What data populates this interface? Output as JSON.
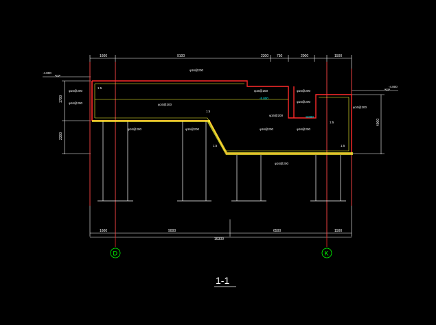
{
  "drawing": {
    "title": "1-1",
    "colors": {
      "background": "#000000",
      "outline": "#ff2a2a",
      "rebar": "#ffff33",
      "dimension": "#ffffff",
      "axis": "#00ff00",
      "elevation": "#00ffff"
    },
    "axes": [
      "D",
      "K"
    ],
    "top_dimensions": [
      "1600",
      "9100",
      "2300",
      "750",
      "2000",
      "1500"
    ],
    "bottom_dimensions": [
      "1600",
      "9000",
      "6500",
      "1500"
    ],
    "total_dimension": "16300",
    "left_dimensions": [
      "1700",
      "2300"
    ],
    "right_dimension": "4000",
    "left_elevation": "-4.800",
    "right_elevation": "-4.800",
    "rebar_labels": [
      "φ16@200",
      "φ16@200",
      "φ16@200",
      "φ16@200",
      "φ16@200",
      "φ16@200",
      "φ16@200",
      "φ16@200",
      "φ16@200",
      "φ16@200",
      "φ16@200",
      "φ16@200",
      "φ16@200",
      "φ16@200"
    ],
    "inner_elevations": [
      "-5.000",
      "-3.600"
    ],
    "small_labels": [
      "1:5",
      "1:5",
      "1:5",
      "1:5",
      "1:5"
    ]
  }
}
